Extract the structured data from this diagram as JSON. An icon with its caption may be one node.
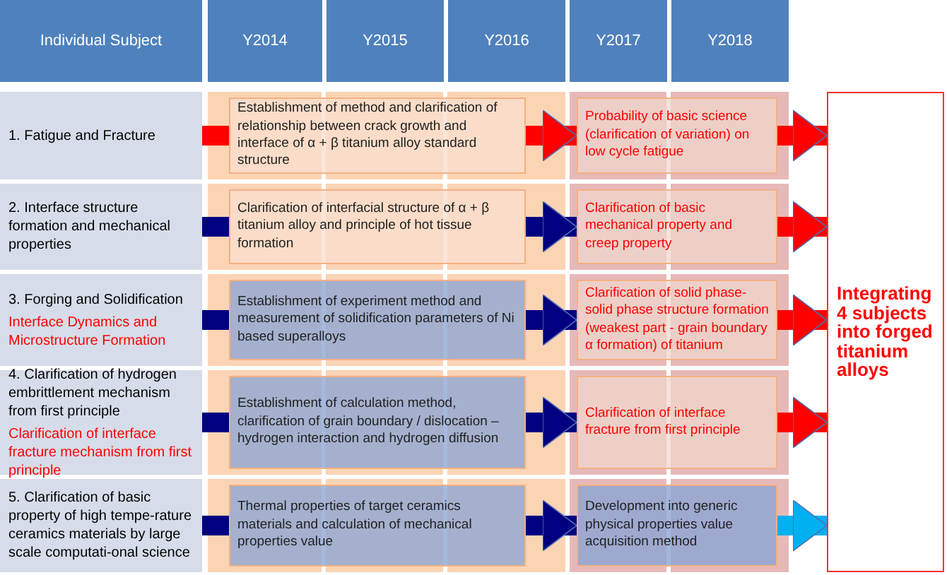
{
  "diagram": {
    "nodes": [
      {
        "text": [
          "1. Fatigue and Fracture"
        ]
      },
      {
        "text": [
          "Establishment of method and clarification of relationship between crack growth and interface of α + β titanium alloy standard structure"
        ]
      },
      {
        "text": [
          "Probability of basic science (clarification of variation) on low cycle fatigue"
        ]
      },
      {
        "text": [
          "2. Interface structure formation and mechanical properties"
        ]
      },
      {
        "text": [
          "Clarification of interfacial structure of α + β titanium alloy and principle of hot tissue formation"
        ]
      },
      {
        "text": [
          "Clarification of basic mechanical property and creep property"
        ]
      },
      {
        "text": [
          "3. Forging and Solidification",
          "Interface Dynamics and Microstructure Formation"
        ]
      },
      {
        "text": [
          "Establishment of experiment method and measurement of solidification parameters of Ni based superalloys"
        ]
      },
      {
        "text": [
          "Clarification of solid phase-solid phase structure formation (weakest part - grain boundary α formation) of titanium"
        ]
      },
      {
        "text": [
          "4. Clarification of hydrogen embrittlement mechanism from first principle",
          "Clarification of interface fracture mechanism from first principle"
        ]
      },
      {
        "text": [
          "Establishment of calculation method, clarification of grain boundary / dislocation – hydrogen interaction and hydrogen diffusion"
        ]
      },
      {
        "text": [
          "Clarification of interface fracture from first principle"
        ]
      },
      {
        "text": [
          "5. Clarification of basic property of high tempe-rature ceramics materials by large scale computati-onal science"
        ]
      },
      {
        "text": [
          "Thermal properties of target ceramics materials and calculation of mechanical properties value"
        ]
      },
      {
        "text": [
          "Development into generic physical properties value acquisition method"
        ]
      },
      {
        "text": [
          "Integrating 4 subjects into forged titanium alloys"
        ]
      }
    ],
    "edges": [
      {
        "from": 0,
        "to": 1,
        "arrow": "none",
        "color": "#ff0000"
      },
      {
        "from": 1,
        "to": 2,
        "arrow": "to",
        "color": "#ff0000"
      },
      {
        "from": 2,
        "to": 15,
        "arrow": "to",
        "color": "#ff0000"
      },
      {
        "from": 3,
        "to": 4,
        "arrow": "none",
        "color": "#000080"
      },
      {
        "from": 4,
        "to": 5,
        "arrow": "to",
        "color": "#000080"
      },
      {
        "from": 5,
        "to": 15,
        "arrow": "to",
        "color": "#ff0000"
      },
      {
        "from": 6,
        "to": 7,
        "arrow": "none",
        "color": "#000080"
      },
      {
        "from": 7,
        "to": 8,
        "arrow": "to",
        "color": "#000080"
      },
      {
        "from": 8,
        "to": 15,
        "arrow": "to",
        "color": "#ff0000"
      },
      {
        "from": 9,
        "to": 10,
        "arrow": "none",
        "color": "#000080"
      },
      {
        "from": 10,
        "to": 11,
        "arrow": "to",
        "color": "#000080"
      },
      {
        "from": 11,
        "to": 15,
        "arrow": "to",
        "color": "#ff0000"
      },
      {
        "from": 12,
        "to": 13,
        "arrow": "none",
        "color": "#000080"
      },
      {
        "from": 13,
        "to": 14,
        "arrow": "to",
        "color": "#000080"
      },
      {
        "from": 14,
        "to": 15,
        "arrow": "to",
        "color": "#00b0f0"
      }
    ],
    "labels": [
      "Individual Subject",
      "Y2014",
      "Y2015",
      "Y2016",
      "Y2017",
      "Y2018"
    ]
  }
}
